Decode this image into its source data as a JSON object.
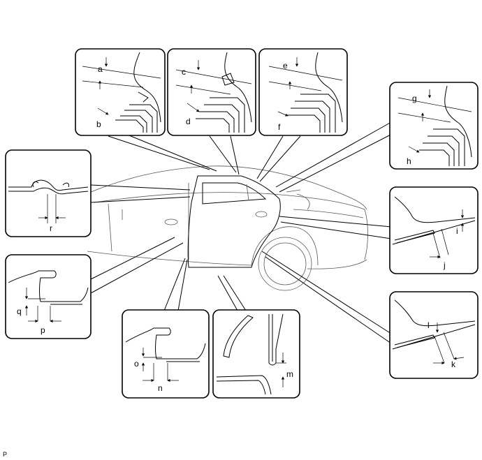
{
  "figure": {
    "labels": {
      "a": "a",
      "b": "b",
      "c": "c",
      "d": "d",
      "e": "e",
      "f": "f",
      "g": "g",
      "h": "h",
      "i": "i",
      "j": "j",
      "k": "k",
      "l": "l",
      "m": "m",
      "n": "n",
      "o": "o",
      "p": "p",
      "q": "q",
      "r": "r"
    },
    "footer_code": "P"
  }
}
